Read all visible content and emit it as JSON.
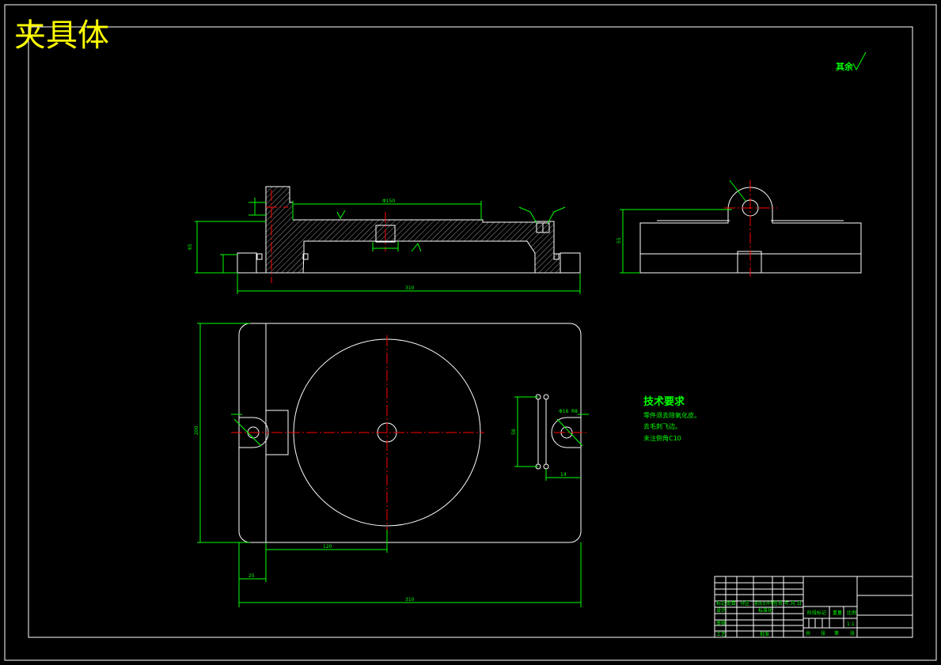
{
  "title": "夹具体",
  "roughness_note": "其余",
  "tech_req": {
    "heading": "技术要求",
    "lines": [
      "零件须去除氧化皮。",
      "去毛刺飞边。",
      "未注倒角C10"
    ]
  },
  "dims": {
    "top_width": "Φ150",
    "overall_width": "310",
    "plan_height": "200",
    "center_offset": "120",
    "left_offset": "25",
    "plan_width": "310",
    "front_height": "65",
    "right_height": "55",
    "slot_width": "Φ16",
    "slot_pitch": "58",
    "side_radius": "R8",
    "edge_dist": "14"
  },
  "title_block": {
    "row_labels": [
      "标记",
      "设计",
      "审核",
      "工艺"
    ],
    "col_labels": [
      "处数",
      "分区",
      "更改文件号",
      "签名",
      "年.月.日"
    ],
    "mid_labels": [
      "标准化",
      "批准"
    ],
    "right_labels": [
      "阶段标记",
      "重量",
      "比例"
    ],
    "scale": "1:1",
    "sheet": [
      "共",
      "张",
      "第",
      "张"
    ]
  }
}
